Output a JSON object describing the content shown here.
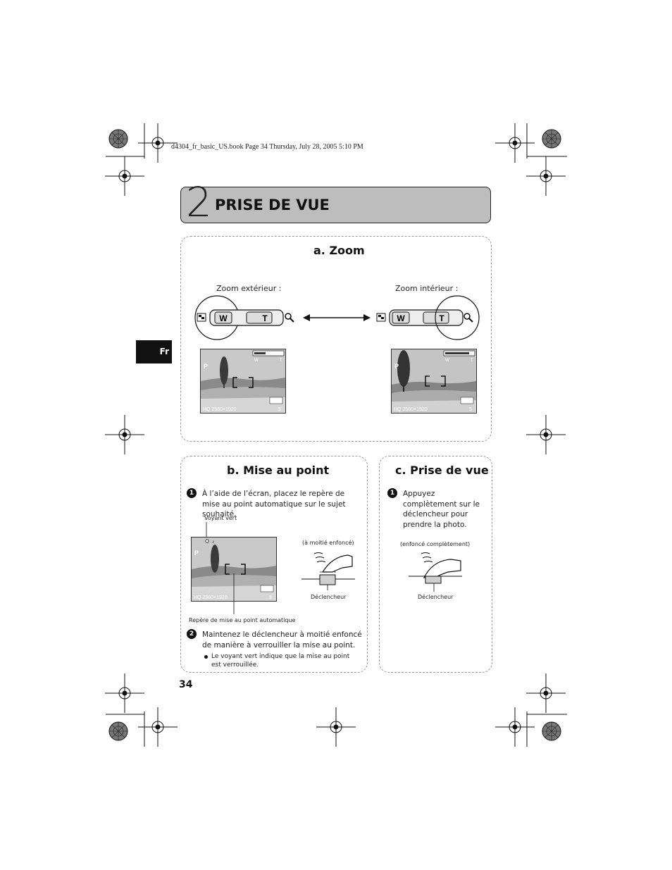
{
  "print_header": "d4304_fr_basic_US.book  Page 34  Thursday, July 28, 2005  5:10 PM",
  "chapter": {
    "number": "2",
    "title": "PRISE DE VUE"
  },
  "language_tab": "Fr",
  "page_number": "34",
  "zoom_section": {
    "title": "a. Zoom",
    "wide_label": "Zoom extérieur :",
    "tele_label": "Zoom intérieur :",
    "lever_w": "W",
    "lever_t": "T",
    "lcd_mode": "P",
    "lcd_status": "HQ 2560×1920",
    "lcd_remaining": "5"
  },
  "focus_section": {
    "title": "b. Mise au point",
    "step1_number": "1",
    "step1_text": "À l’aide de l’écran, placez le repère de mise au point automatique sur le sujet souhaité.",
    "green_lamp_label": "Voyant vert",
    "half_press_label": "(à moitié enfoncé)",
    "shutter_label": "Déclencheur",
    "af_mark_label": "Repère de mise au point automatique",
    "step2_number": "2",
    "step2_text": "Maintenez le déclencheur à moitié enfoncé de manière à verrouiller la mise au point.",
    "bullet_text": "Le voyant vert indique que la mise au point est verrouillée."
  },
  "shoot_section": {
    "title": "c. Prise de vue",
    "step1_number": "1",
    "step1_text": "Appuyez complètement sur le déclencheur pour prendre la photo.",
    "full_press_label": "(enfoncé complètement)",
    "shutter_label": "Déclencheur"
  }
}
